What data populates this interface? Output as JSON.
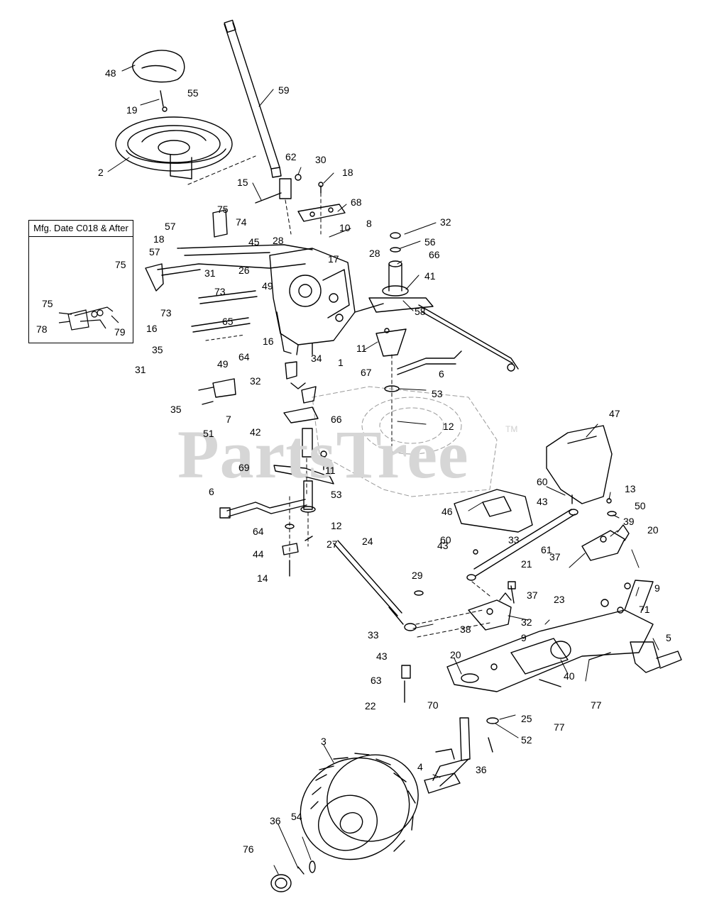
{
  "watermark": {
    "brand": "PartsTree",
    "tm": "TM"
  },
  "inset": {
    "title": "Mfg. Date C018 & After",
    "callouts": [
      "75",
      "78",
      "79"
    ]
  },
  "callouts": [
    "48",
    "55",
    "19",
    "59",
    "2",
    "62",
    "30",
    "15",
    "18",
    "68",
    "75",
    "74",
    "57",
    "18",
    "28",
    "45",
    "10",
    "8",
    "32",
    "56",
    "66",
    "57",
    "75",
    "26",
    "28",
    "41",
    "31",
    "49",
    "73",
    "17",
    "73",
    "65",
    "16",
    "16",
    "64",
    "11",
    "58",
    "35",
    "49",
    "34",
    "6",
    "31",
    "32",
    "1",
    "67",
    "53",
    "35",
    "7",
    "51",
    "42",
    "66",
    "12",
    "47",
    "69",
    "11",
    "13",
    "60",
    "6",
    "53",
    "50",
    "46",
    "12",
    "43",
    "39",
    "60",
    "64",
    "33",
    "20",
    "61",
    "44",
    "27",
    "43",
    "37",
    "14",
    "24",
    "21",
    "29",
    "37",
    "23",
    "9",
    "71",
    "33",
    "38",
    "32",
    "43",
    "9",
    "5",
    "20",
    "40",
    "63",
    "70",
    "77",
    "22",
    "25",
    "77",
    "52",
    "3",
    "36",
    "4",
    "76",
    "36",
    "54"
  ]
}
